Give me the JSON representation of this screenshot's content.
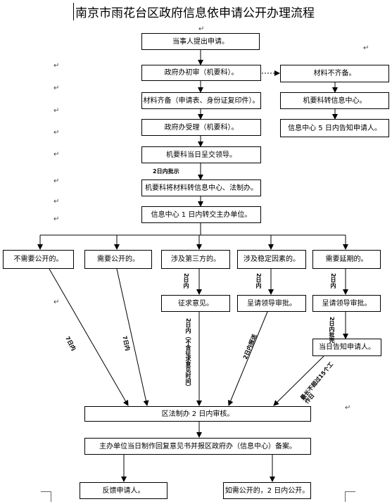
{
  "title": "南京市雨花台区政府信息依申请公开办理流程",
  "para_mark": "↵",
  "boxes": {
    "apply": "当事人提出申请。",
    "initial_review": "政府办初审（机要科）。",
    "incomplete": "材料不齐备。",
    "complete": "材料齐备（申请表、身份证复印件）。",
    "forward_info": "机要科转信息中心。",
    "accept": "政府办受理（机要科）。",
    "notify5": "信息中心 5 日内告知申请人。",
    "leader": "机要科当日呈交领导。",
    "transfer": "机要科将材料转信息中心、法制办。",
    "info_center": "信息中心 1 日内转交主办单位。",
    "no_public": "不需要公开的。",
    "need_public": "需要公开的。",
    "third_party": "涉及第三方的。",
    "stability": "涉及稳定因素的。",
    "extend": "需要延期的。",
    "consult": "征求意见。",
    "report_leader1": "呈请领导审批。",
    "report_leader2": "呈请领导审批。",
    "notify_same_day": "当日告知申请人。",
    "legal_review": "区法制办 2 日内审核。",
    "archive": "主办单位当日制作回复意见书并报区政府办（信息中心）备案。",
    "feedback": "反馈申请人。",
    "publish": "如需公开的，2 日内公开。"
  },
  "labels": {
    "two_days_leader": "2日内批示",
    "two_days_a": "2日内",
    "two_days_b": "2日内",
    "two_days_c": "2日内",
    "seven_days_a": "7日内",
    "seven_days_b": "7日内",
    "two_days_excl": "2日内（不含征求意见时间）",
    "report_two_days": "2日内报送",
    "two_days_approve": "2日内批完",
    "extend_note": "最长不超过15个工作日"
  }
}
